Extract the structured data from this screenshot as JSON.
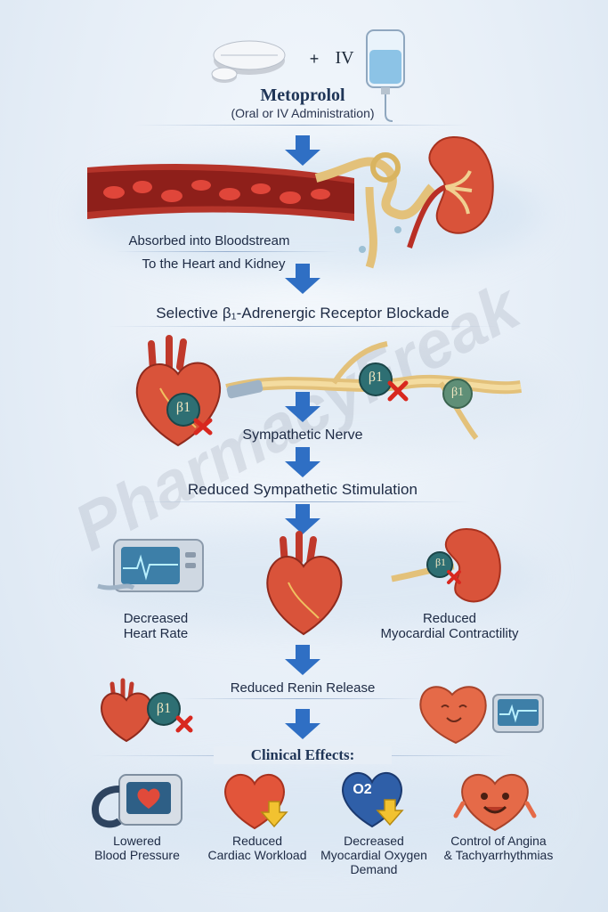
{
  "header": {
    "plus": "+",
    "iv_label": "IV",
    "drug_name": "Metoprolol",
    "route": "(Oral or IV Administration)"
  },
  "steps": {
    "absorbed": "Absorbed into Bloodstream",
    "to_heart_kidney": "To the Heart and Kidney",
    "blockade": "Selective β₁-Adrenergic Receptor Blockade",
    "sympathetic_nerve": "Sympathetic Nerve",
    "reduced_stimulation": "Reduced Sympathetic Stimulation",
    "decreased_hr": "Decreased\nHeart Rate",
    "reduced_contractility": "Reduced\nMyocardial Contractility",
    "renin": "Reduced Renin Release",
    "clinical_title": "Clinical Effects:"
  },
  "receptor_label": "β1",
  "o2_label": "O2",
  "effects": [
    {
      "label": "Lowered\nBlood Pressure",
      "icon": "bp-monitor-icon"
    },
    {
      "label": "Reduced\nCardiac Workload",
      "icon": "heart-down-icon"
    },
    {
      "label": "Decreased\nMyocardial Oxygen\nDemand",
      "icon": "o2-heart-icon"
    },
    {
      "label": "Control of Angina\n& Tachyarrhythmias",
      "icon": "happy-heart-icon"
    }
  ],
  "watermark": "PharmacyFreak",
  "colors": {
    "arrow": "#2f6fc4",
    "heart": "#d9533a",
    "receptor": "#2e6f73",
    "block": "#d8281f",
    "nerve": "#e3c17a"
  }
}
